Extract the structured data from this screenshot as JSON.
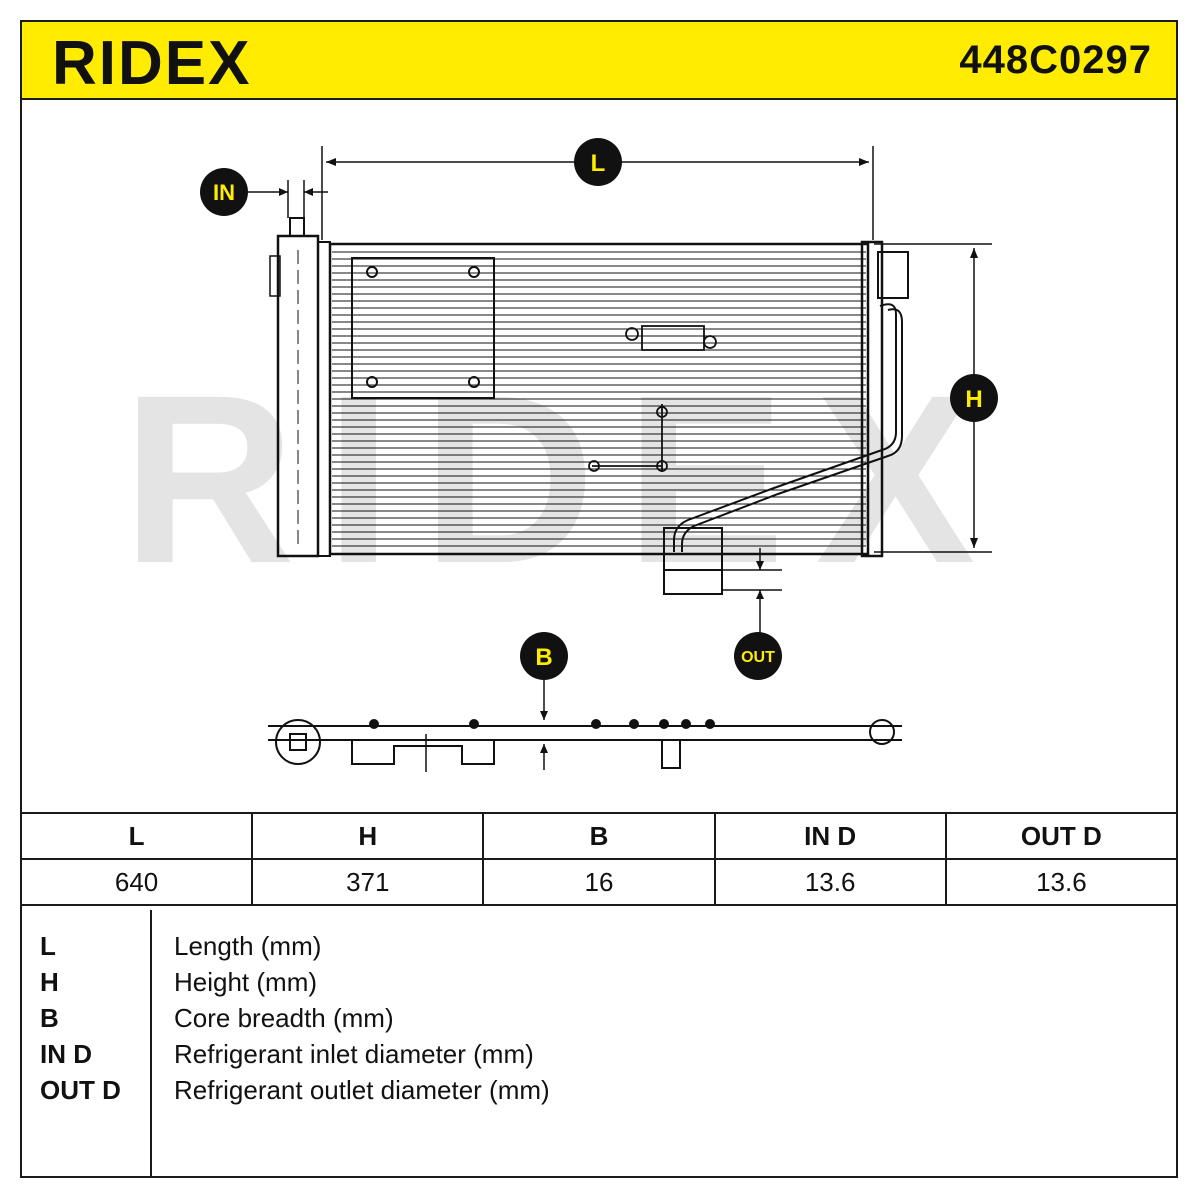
{
  "header": {
    "brand": "RIDEX",
    "part_number": "448C0297",
    "colors": {
      "brand_yellow": "#ffec00",
      "ink": "#111111",
      "watermark": "#e4e4e4"
    }
  },
  "drawing": {
    "watermark": "RIDEX",
    "markers": {
      "length": "L",
      "height": "H",
      "inlet": "IN",
      "outlet": "OUT",
      "breadth": "B"
    }
  },
  "spec_table": {
    "headers": [
      "L",
      "H",
      "B",
      "IN D",
      "OUT D"
    ],
    "values": [
      "640",
      "371",
      "16",
      "13.6",
      "13.6"
    ]
  },
  "legend": [
    {
      "key": "L",
      "desc": "Length (mm)"
    },
    {
      "key": "H",
      "desc": "Height (mm)"
    },
    {
      "key": "B",
      "desc": "Core breadth (mm)"
    },
    {
      "key": "IN D",
      "desc": "Refrigerant inlet diameter (mm)"
    },
    {
      "key": "OUT D",
      "desc": "Refrigerant outlet diameter (mm)"
    }
  ]
}
